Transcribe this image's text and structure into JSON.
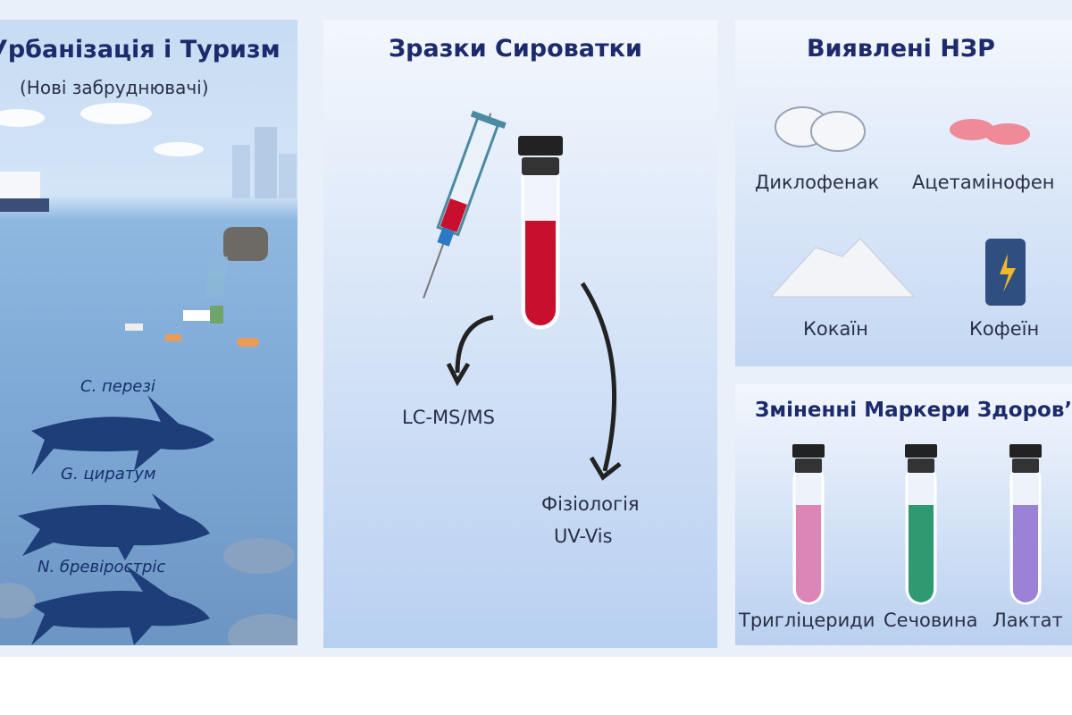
{
  "panels": {
    "urbanization": {
      "title": "Урбанізація і Туризм",
      "subtitle": "(Нові забруднювачі)",
      "species": [
        "C. перезі",
        "G. циратум",
        "N. бревірострic"
      ]
    },
    "serum": {
      "title": "Зразки Сироватки",
      "methods": [
        "LC-MS/MS",
        "Фізіологія",
        "UV-Vis"
      ]
    },
    "detected": {
      "title": "Виявлені НЗР",
      "items": [
        "Диклофенак",
        "Ацетамінофен",
        "Кокаїн",
        "Кофеїн"
      ]
    },
    "markers": {
      "title": "Зміненні Маркери Здоров’я",
      "items": [
        {
          "label": "Тригліцериди",
          "color": "#dc86b8"
        },
        {
          "label": "Сечовина",
          "color": "#2f9a72"
        },
        {
          "label": "Лактат",
          "color": "#9c82d6"
        }
      ]
    }
  },
  "colors": {
    "title": "#1d2a6b",
    "blood": "#c8102e",
    "shark": "#14336e"
  }
}
